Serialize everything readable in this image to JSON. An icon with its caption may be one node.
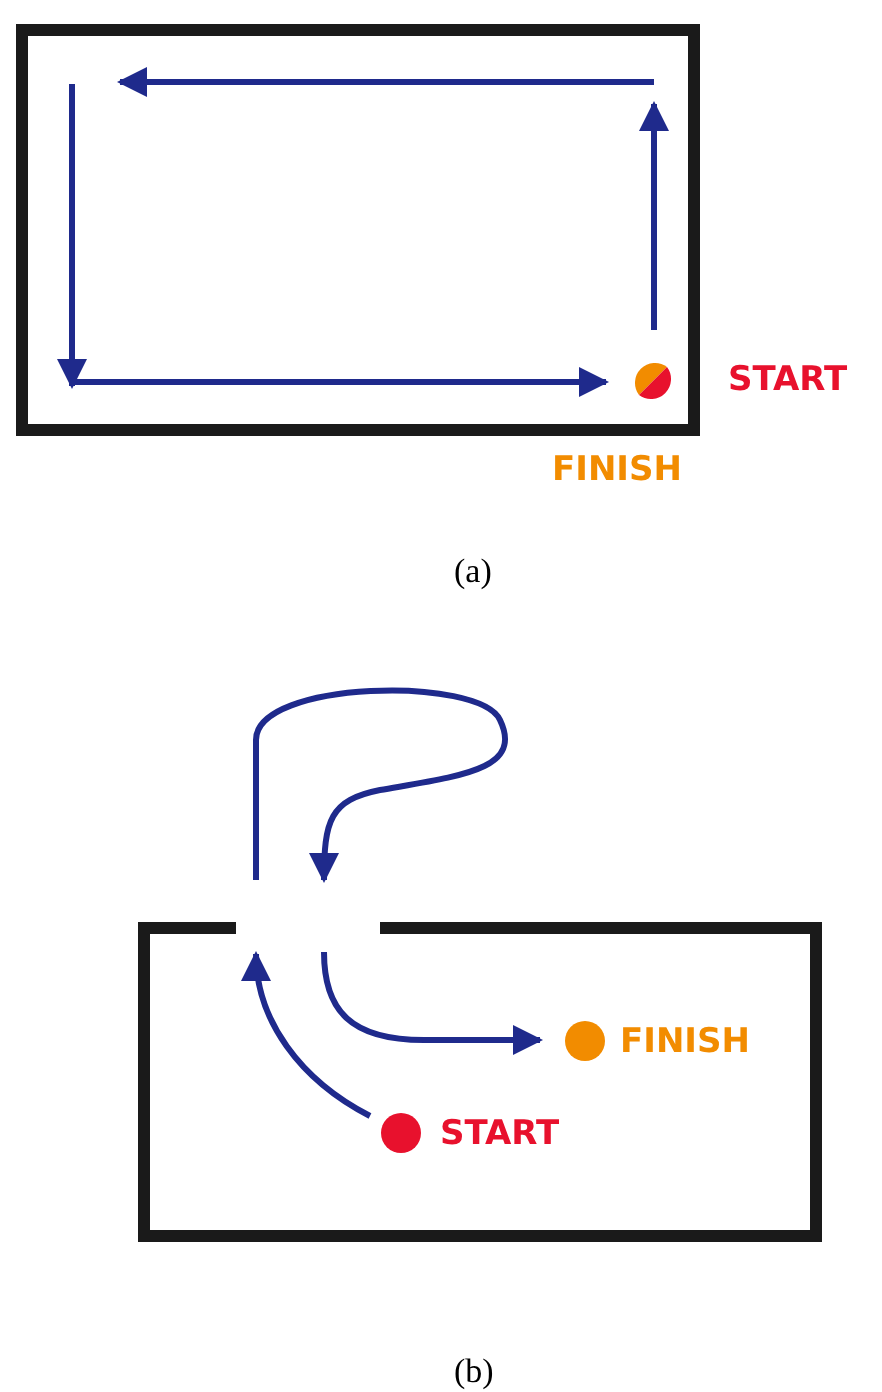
{
  "diagram": {
    "nodes": [
      {
        "text": [],
        "shape": "circle",
        "beside": [
          "START",
          "FINISH"
        ]
      },
      {
        "text": [],
        "shape": "circle",
        "beside": [
          "START"
        ]
      },
      {
        "text": [],
        "shape": "circle",
        "beside": [
          "FINISH"
        ]
      }
    ],
    "labels": [
      "(a)",
      "(b)"
    ]
  }
}
